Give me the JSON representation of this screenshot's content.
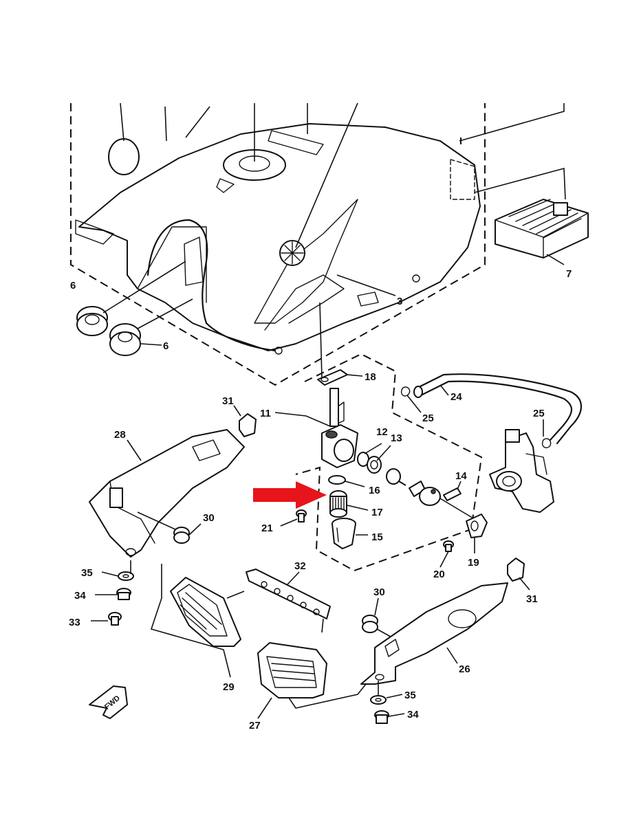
{
  "labels": {
    "p3": "3",
    "p6a": "6",
    "p6b": "6",
    "p7": "7",
    "p11": "11",
    "p12": "12",
    "p13": "13",
    "p14": "14",
    "p15": "15",
    "p16": "16",
    "p17": "17",
    "p18": "18",
    "p19": "19",
    "p20": "20",
    "p21": "21",
    "p24": "24",
    "p25a": "25",
    "p25b": "25",
    "p26": "26",
    "p27": "27",
    "p28": "28",
    "p29": "29",
    "p30a": "30",
    "p30b": "30",
    "p31a": "31",
    "p31b": "31",
    "p32": "32",
    "p33": "33",
    "p34a": "34",
    "p34b": "34",
    "p35a": "35",
    "p35b": "35"
  },
  "fwd_text": "FWD",
  "colors": {
    "arrow": "#e8141b",
    "line": "#111111",
    "background": "#ffffff"
  }
}
